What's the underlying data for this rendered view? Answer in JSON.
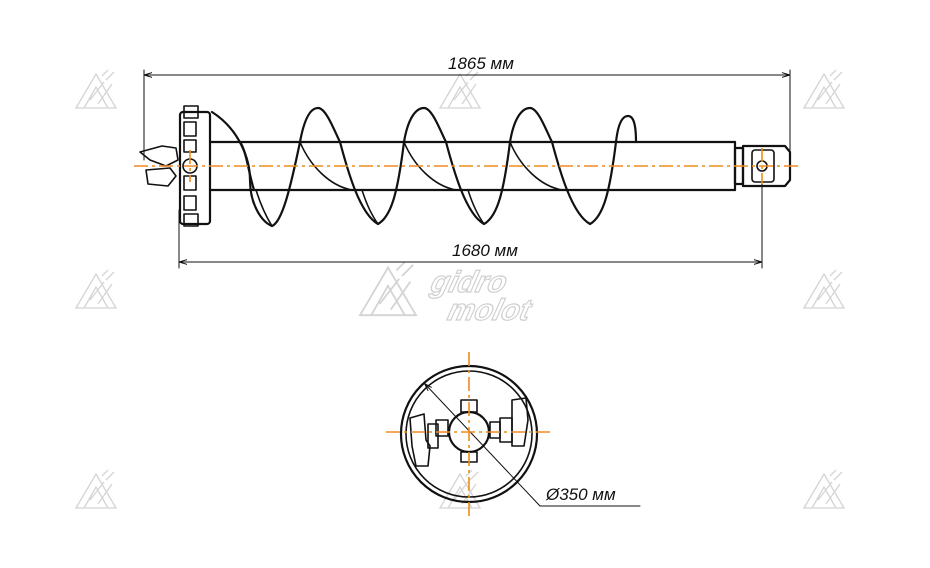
{
  "dimensions": {
    "overall_length": "1865 мм",
    "flight_length": "1680 мм",
    "diameter": "Ø350 мм"
  },
  "watermark": {
    "brand_line1": "gidro",
    "brand_line2": "molot"
  },
  "colors": {
    "axis_line": "#f08a1c",
    "outline": "#111111",
    "watermark": "#d4d4d4"
  }
}
